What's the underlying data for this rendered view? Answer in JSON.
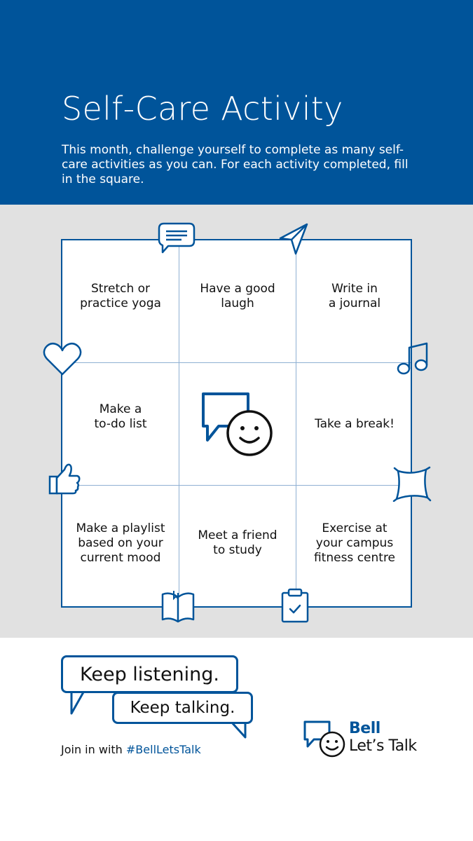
{
  "header": {
    "title": "Self-Care Activity",
    "intro": "This month, challenge yourself to complete as many self-care activities as you can. For each activity completed, fill in the square."
  },
  "colors": {
    "brand_blue": "#00549a",
    "board_bg": "#e1e1e1",
    "grid_line": "#8fb0d3"
  },
  "cells": [
    "Stretch or\npractice yoga",
    "Have a good\nlaugh",
    "Write in\na journal",
    "Make a\nto-do list",
    "",
    "Take a break!",
    "Make a playlist\nbased on your\ncurrent mood",
    "Meet a friend\nto study",
    "Exercise at\nyour campus\nfitness centre"
  ],
  "icons": [
    "chat-icon",
    "send-icon",
    "heart-icon",
    "music-note-icon",
    "thumbs-up-icon",
    "pillow-icon",
    "book-icon",
    "clipboard-icon",
    "speech-smiley-icon"
  ],
  "footer": {
    "bubble_1": "Keep listening.",
    "bubble_2": "Keep talking.",
    "join_prefix": "Join in with ",
    "hashtag": "#BellLetsTalk",
    "logo_line_1": "Bell",
    "logo_line_2": "Let’s Talk"
  }
}
